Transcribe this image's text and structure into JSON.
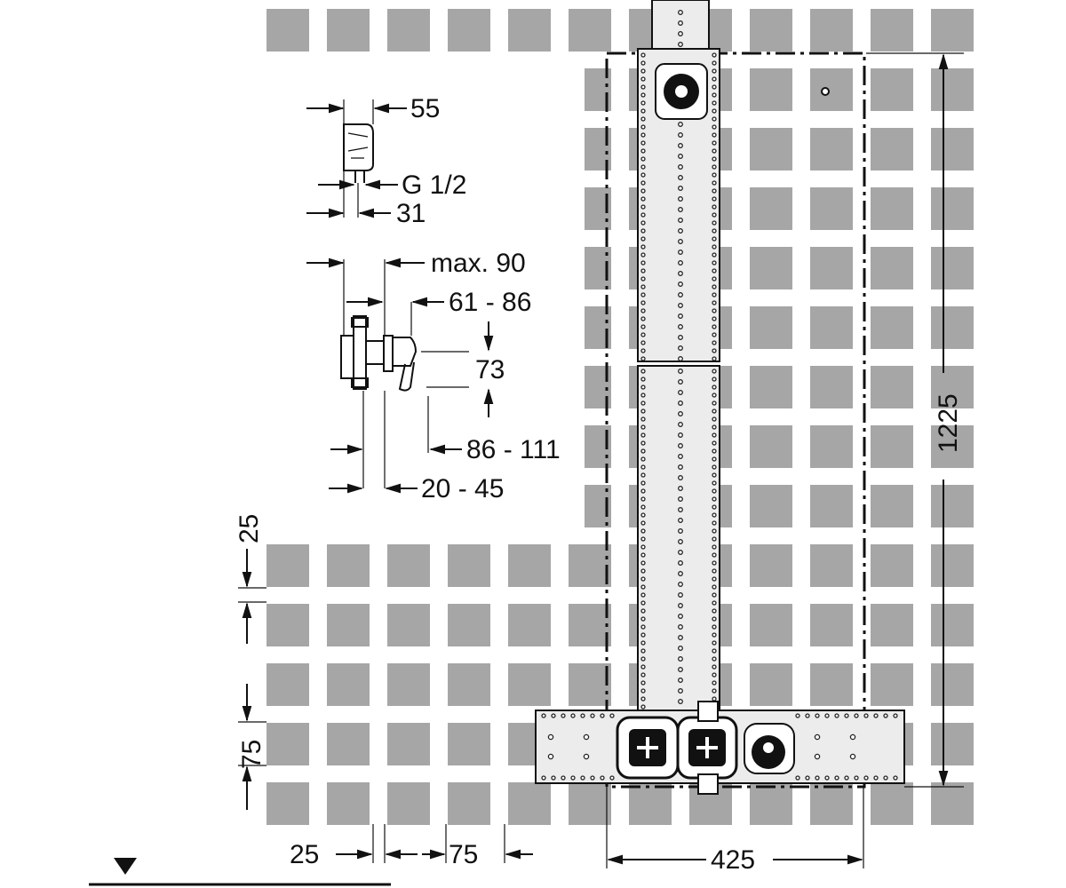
{
  "colors": {
    "tile": "#a6a6a6",
    "grout": "#ffffff",
    "line": "#111111",
    "rail": "#ececec"
  },
  "dimensions": {
    "handle_depth": "55",
    "thread_size": "G 1/2",
    "thread_offset": "31",
    "max_depth": "max. 90",
    "range_a": "61 - 86",
    "handle_height": "73",
    "range_b": "86 - 111",
    "range_c": "20 - 45",
    "tile_offset_vertical": "25",
    "spacing_vertical": "75",
    "tile_offset_horizontal": "25",
    "spacing_horizontal": "75",
    "frame_width": "425",
    "frame_height": "1225"
  }
}
